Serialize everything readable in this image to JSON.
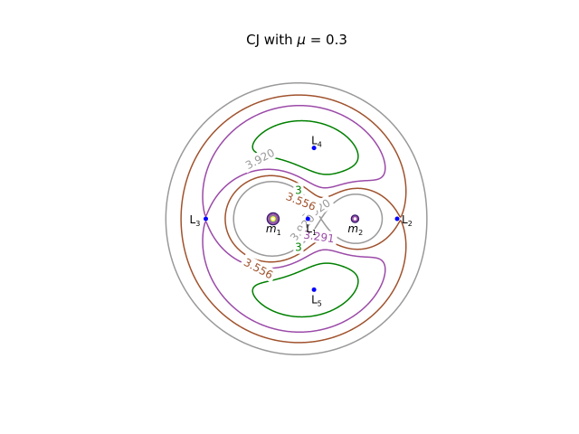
{
  "chart_data": {
    "type": "contour",
    "title_prefix": "CJ with ",
    "title_symbol": "μ",
    "title_suffix": " = 0.3",
    "mu": 0.3,
    "xlim": [
      -1.7,
      1.7
    ],
    "ylim": [
      -1.7,
      1.7
    ],
    "levels": [
      {
        "value": 3.92,
        "label": "3.920",
        "color": "#999999"
      },
      {
        "value": 3.556,
        "label": "3.556",
        "color": "#a0522d"
      },
      {
        "value": 3.291,
        "label": "3.291",
        "color": "#9b4aa8"
      },
      {
        "value": 3.0,
        "label": "3",
        "color": "#008000"
      }
    ],
    "contour_labels": [
      {
        "level": "3.920",
        "x": -0.46,
        "y": 0.73,
        "rot": -28
      },
      {
        "level": "3.920",
        "x": 0.23,
        "y": 0.1,
        "rot": -35
      },
      {
        "level": "3.920",
        "x": 0.06,
        "y": -0.11,
        "rot": -50
      },
      {
        "level": "3.556",
        "x": 0.04,
        "y": 0.21,
        "rot": 22
      },
      {
        "level": "3.556",
        "x": -0.48,
        "y": -0.61,
        "rot": 28
      },
      {
        "level": "3.291",
        "x": 0.26,
        "y": -0.22,
        "rot": 8
      },
      {
        "level": "3",
        "x": 0.01,
        "y": 0.35,
        "rot": 0
      },
      {
        "level": "3",
        "x": 0.01,
        "y": -0.35,
        "rot": 0
      }
    ],
    "points": [
      {
        "name": "L1",
        "base": "L",
        "sub": "1",
        "x": 0.1249,
        "y": 0.0,
        "color": "#0000ff"
      },
      {
        "name": "L2",
        "base": "L",
        "sub": "2",
        "x": 1.2152,
        "y": 0.0,
        "color": "#0000ff"
      },
      {
        "name": "L3",
        "base": "L",
        "sub": "3",
        "x": -1.1217,
        "y": 0.0,
        "color": "#0000ff"
      },
      {
        "name": "L4",
        "base": "L",
        "sub": "4",
        "x": 0.2,
        "y": 0.866,
        "color": "#0000ff"
      },
      {
        "name": "L5",
        "base": "L",
        "sub": "5",
        "x": 0.2,
        "y": -0.866,
        "color": "#0000ff"
      }
    ],
    "masses": [
      {
        "name": "m1",
        "base": "m",
        "sub": "1",
        "x": -0.3,
        "y": 0.0
      },
      {
        "name": "m2",
        "base": "m",
        "sub": "2",
        "x": 0.7,
        "y": 0.0
      }
    ]
  }
}
